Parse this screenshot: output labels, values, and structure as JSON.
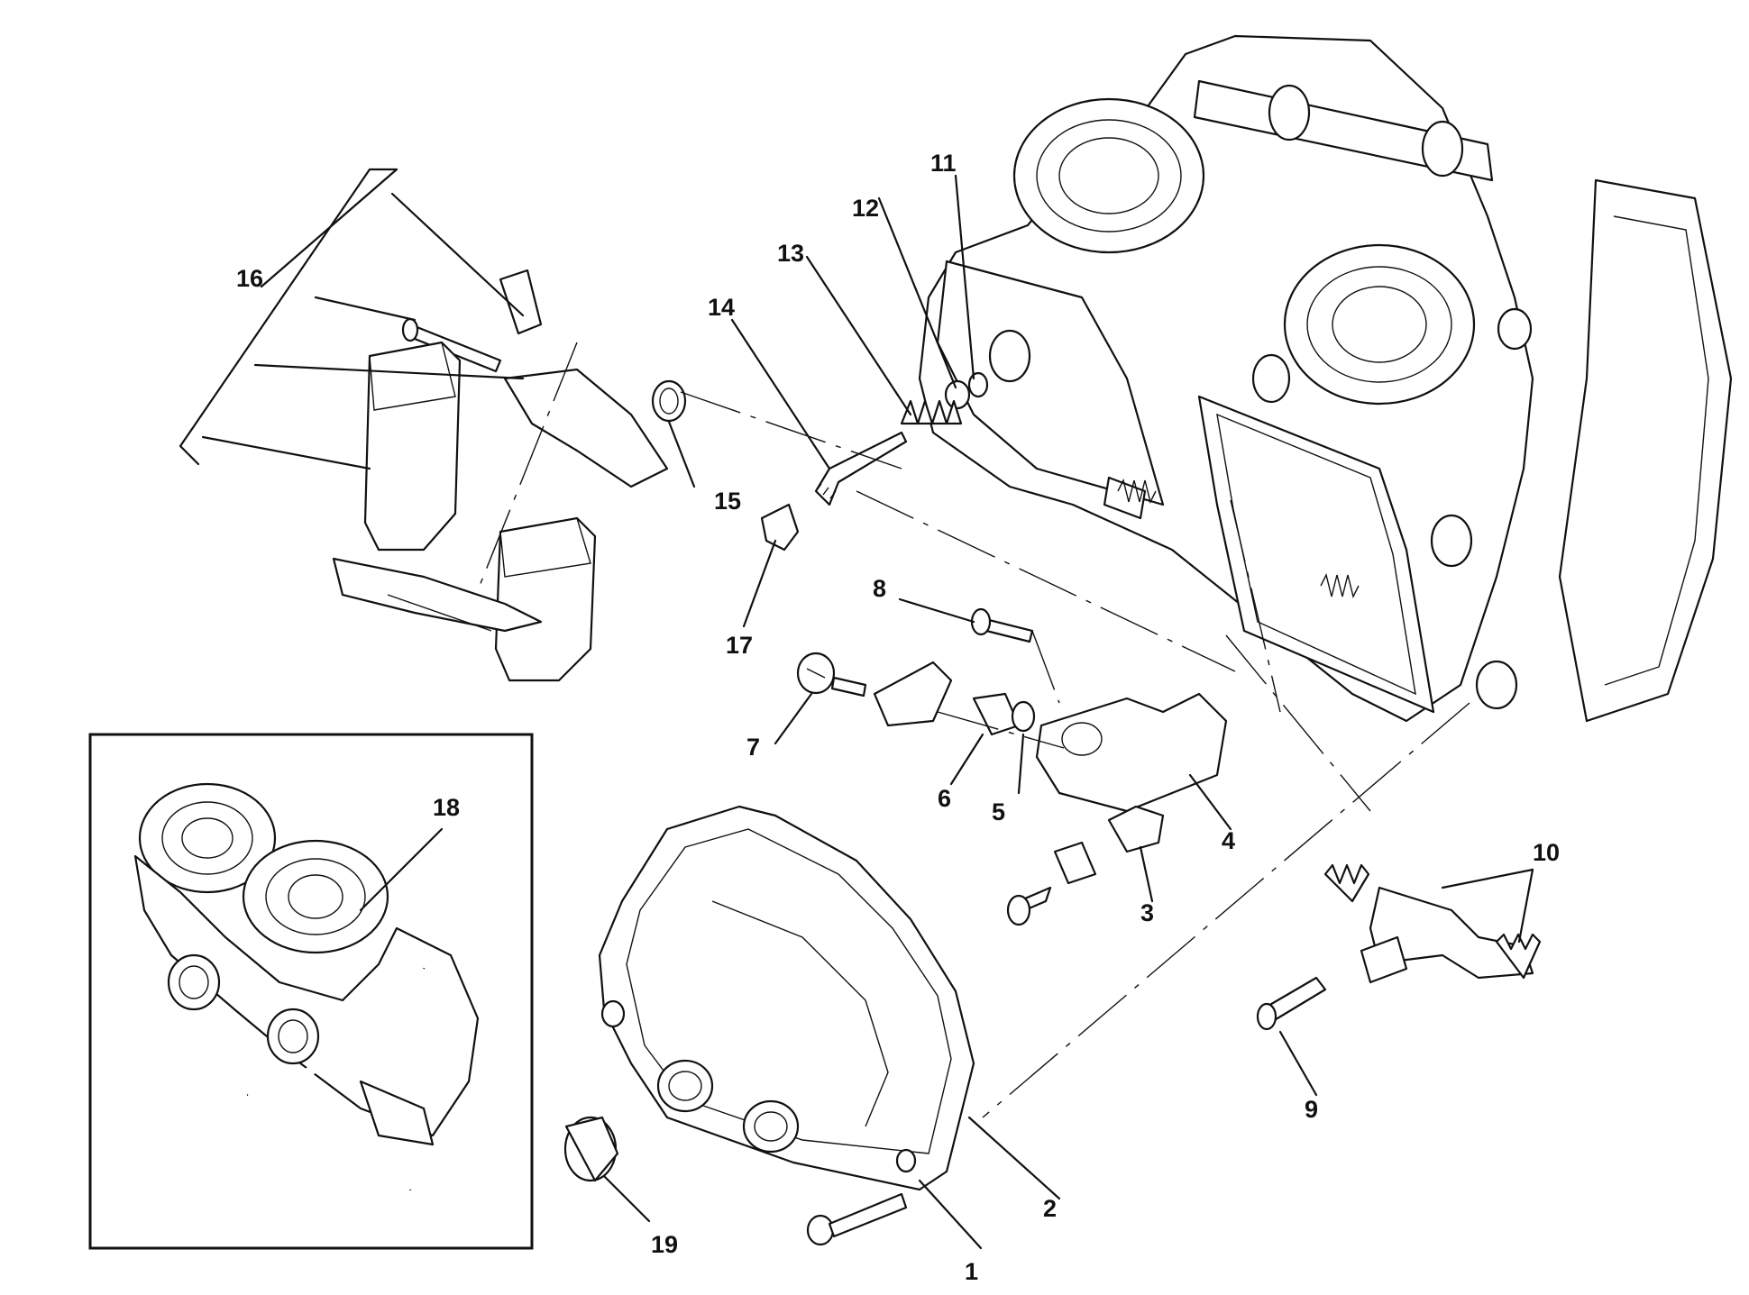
{
  "colors": {
    "ink": "#111111",
    "paper": "#ffffff",
    "shade": "#d9d9d9"
  },
  "callouts": [
    "1",
    "2",
    "3",
    "4",
    "5",
    "6",
    "7",
    "8",
    "9",
    "10",
    "11",
    "12",
    "13",
    "14",
    "15",
    "16",
    "17",
    "18",
    "19"
  ]
}
